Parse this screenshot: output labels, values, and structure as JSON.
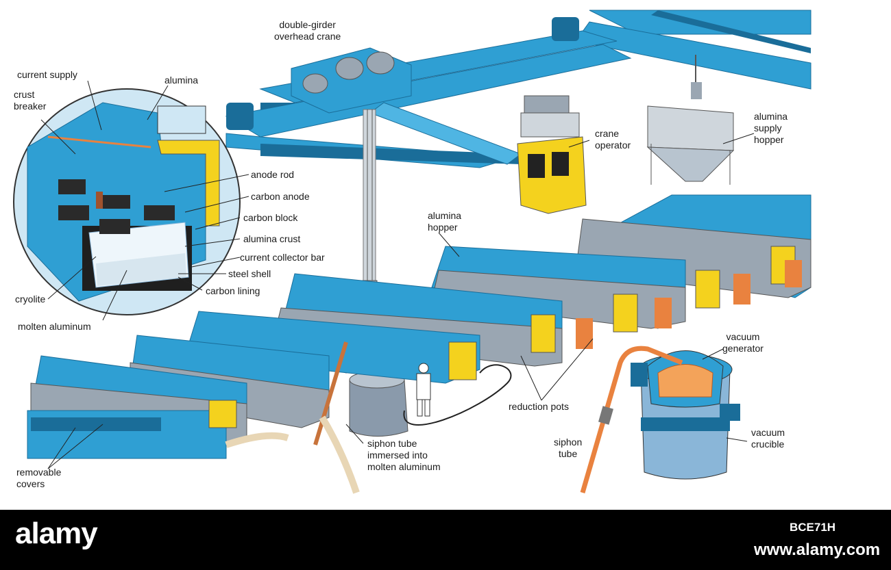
{
  "colors": {
    "steel_blue": "#2f9fd3",
    "dark_blue": "#1a6d99",
    "yellow": "#f4d21e",
    "copper": "#e9823f",
    "grey": "#9aa6b2",
    "light_blue": "#cfe7f4"
  },
  "labels": {
    "crane": [
      "double-girder",
      "overhead crane"
    ],
    "current_supply": "current supply",
    "crust_breaker": [
      "crust",
      "breaker"
    ],
    "alumina": "alumina",
    "anode_rod": "anode rod",
    "carbon_anode": "carbon anode",
    "carbon_block": "carbon block",
    "alumina_crust": "alumina crust",
    "current_collector_bar": "current collector bar",
    "steel_shell": "steel shell",
    "carbon_lining": "carbon lining",
    "cryolite": "cryolite",
    "molten_aluminum": "molten aluminum",
    "crane_operator": [
      "crane",
      "operator"
    ],
    "alumina_supply_hopper": [
      "alumina",
      "supply",
      "hopper"
    ],
    "alumina_hopper": [
      "alumina",
      "hopper"
    ],
    "vacuum_generator": [
      "vacuum",
      "generator"
    ],
    "reduction_pots": "reduction pots",
    "siphon_tube": [
      "siphon",
      "tube"
    ],
    "siphon_tube_immersed": [
      "siphon tube",
      "immersed into",
      "molten aluminum"
    ],
    "vacuum_crucible": [
      "vacuum",
      "crucible"
    ],
    "removable_covers": [
      "removable",
      "covers"
    ]
  },
  "footer": {
    "brand": "alamy",
    "image_code": "BCE71H",
    "site": "www.alamy.com"
  }
}
